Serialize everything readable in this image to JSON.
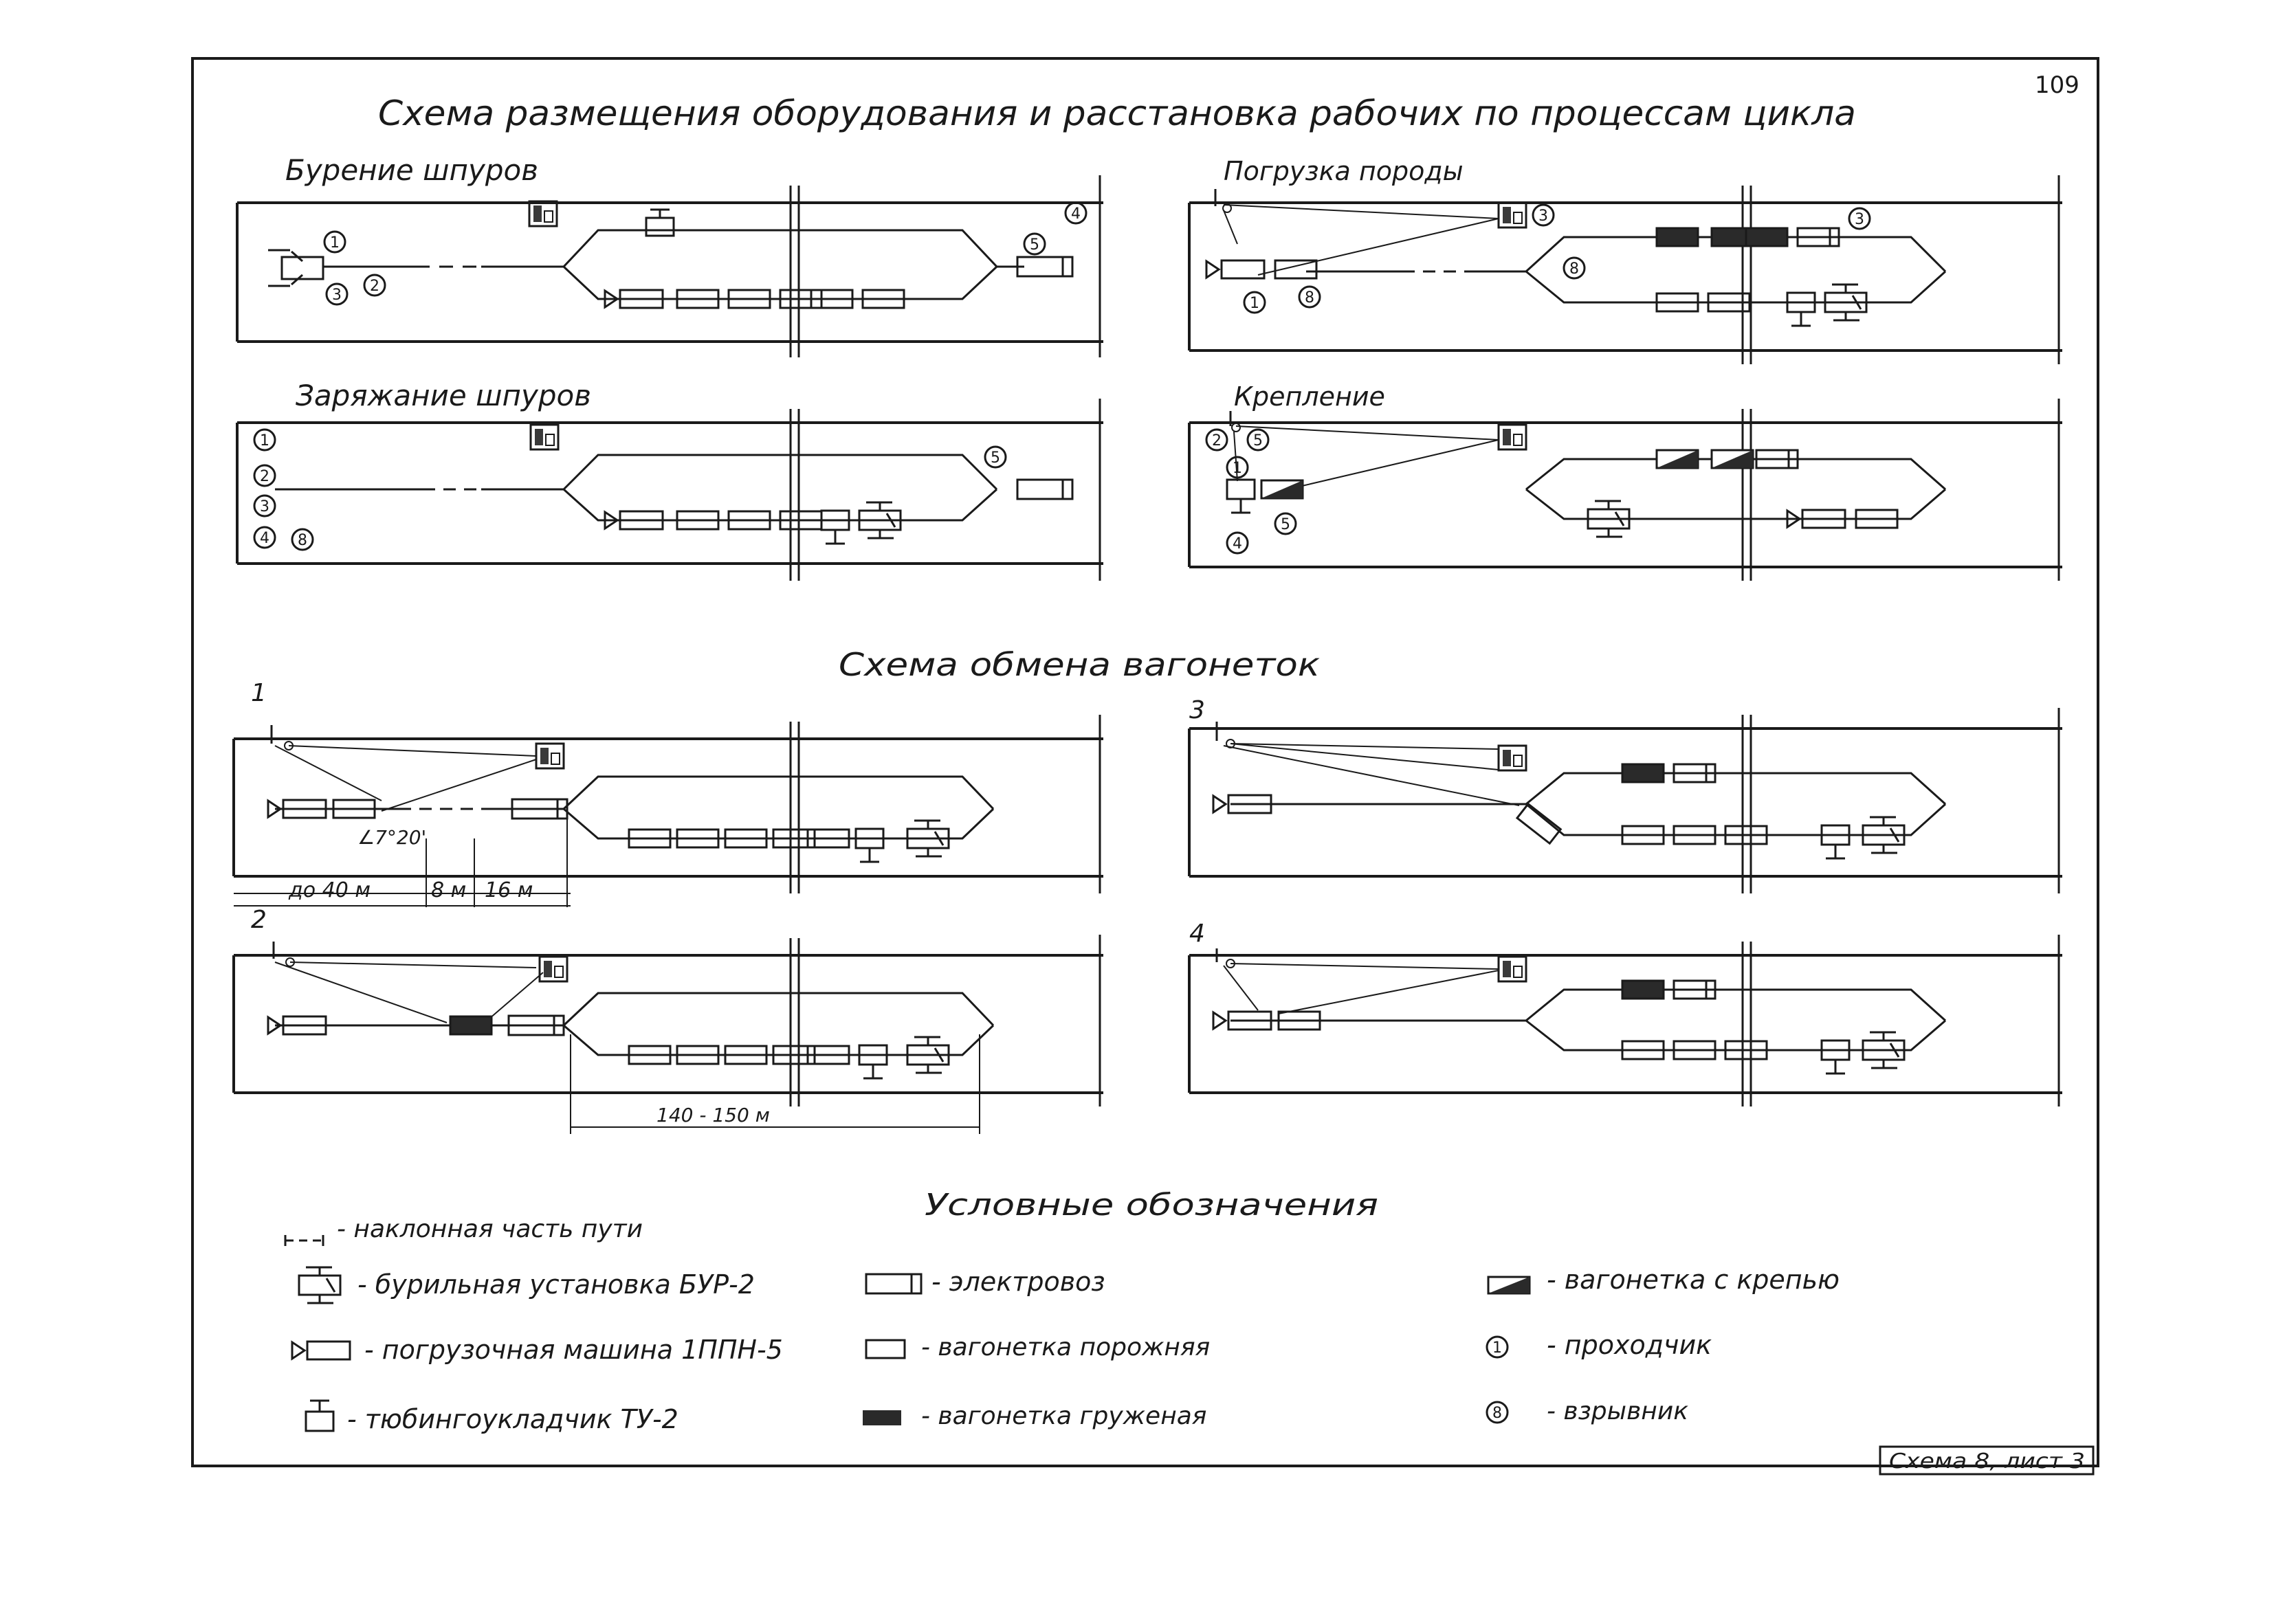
{
  "page_number": "109",
  "main_title": "Схема размещения оборудования и расстановка рабочих по процессам цикла",
  "sections": {
    "drilling": "Бурение шпуров",
    "mucking": "Погрузка породы",
    "charging": "Заряжание шпуров",
    "support": "Крепление"
  },
  "exchange": {
    "title": "Схема обмена вагонеток",
    "n1": "1",
    "n2": "2",
    "n3": "3",
    "n4": "4",
    "angle": "∠7°20'",
    "dim_40": "до 40 м",
    "dim_8": "8 м",
    "dim_16": "16 м",
    "dim_140": "140 - 150 м"
  },
  "workers": [
    "1",
    "2",
    "3",
    "4",
    "5",
    "8"
  ],
  "legend": {
    "title": "Условные обозначения",
    "incline": "- наклонная часть пути",
    "drill_rig": "- бурильная установка БУР-2",
    "loader": "- погрузочная машина 1ППН-5",
    "erector": "- тюбингоукладчик ТУ-2",
    "loco": "- электровоз",
    "car_empty": "- вагонетка порожняя",
    "car_loaded": "- вагонетка груженая",
    "car_support": "- вагонетка с крепью",
    "miner": "- проходчик",
    "blaster": "- взрывник",
    "miner_num": "1",
    "blaster_num": "8"
  },
  "stamp": "Схема 8, лист 3"
}
